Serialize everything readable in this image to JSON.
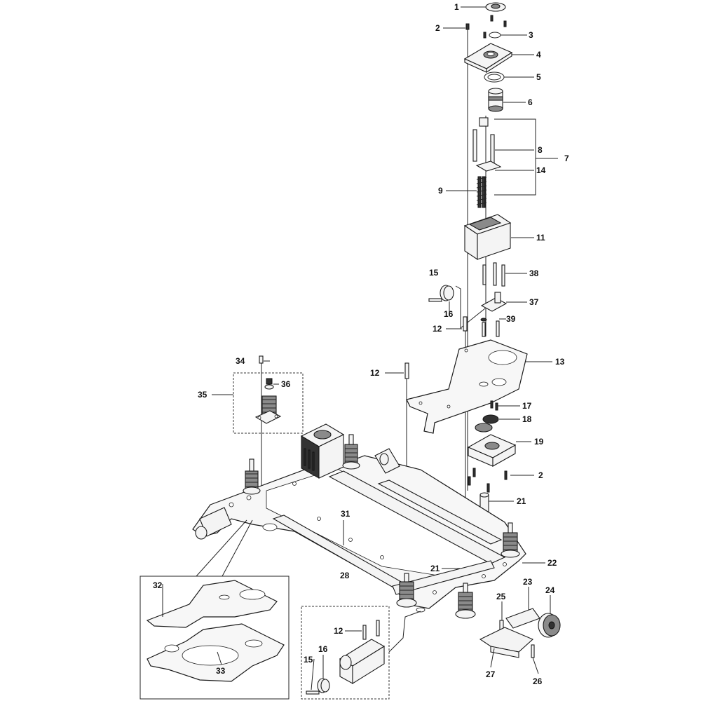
{
  "labels": [
    "1",
    "2",
    "3",
    "4",
    "5",
    "6",
    "7",
    "8",
    "9",
    "11",
    "12",
    "13",
    "14",
    "15",
    "16",
    "17",
    "18",
    "19",
    "21",
    "22",
    "23",
    "24",
    "25",
    "26",
    "27",
    "28",
    "31",
    "32",
    "33",
    "34",
    "35",
    "36",
    "37",
    "38",
    "39"
  ],
  "colors": {
    "line": "#222222",
    "part_fill": "#f4f4f4",
    "dark_fill": "#8a8a8a",
    "background": "#ffffff"
  }
}
